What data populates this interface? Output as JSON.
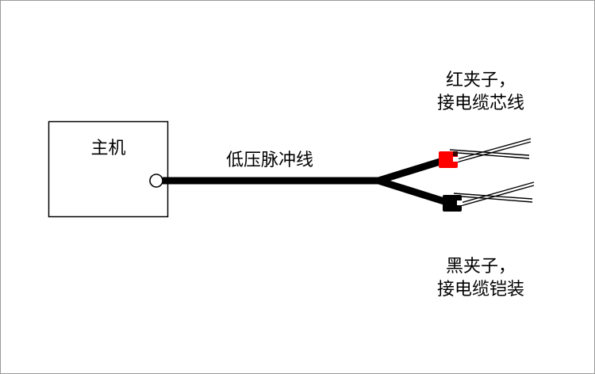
{
  "colors": {
    "line": "#000000",
    "clip_red": "#ff0000",
    "clip_black": "#000000",
    "box_stroke": "#000000"
  },
  "host": {
    "label": "主机"
  },
  "pulse_line": {
    "label": "低压脉冲线"
  },
  "red_clip": {
    "label_line1": "红夹子，",
    "label_line2": "接电缆芯线"
  },
  "black_clip": {
    "label_line1": "黑夹子，",
    "label_line2": "接电缆铠装"
  }
}
